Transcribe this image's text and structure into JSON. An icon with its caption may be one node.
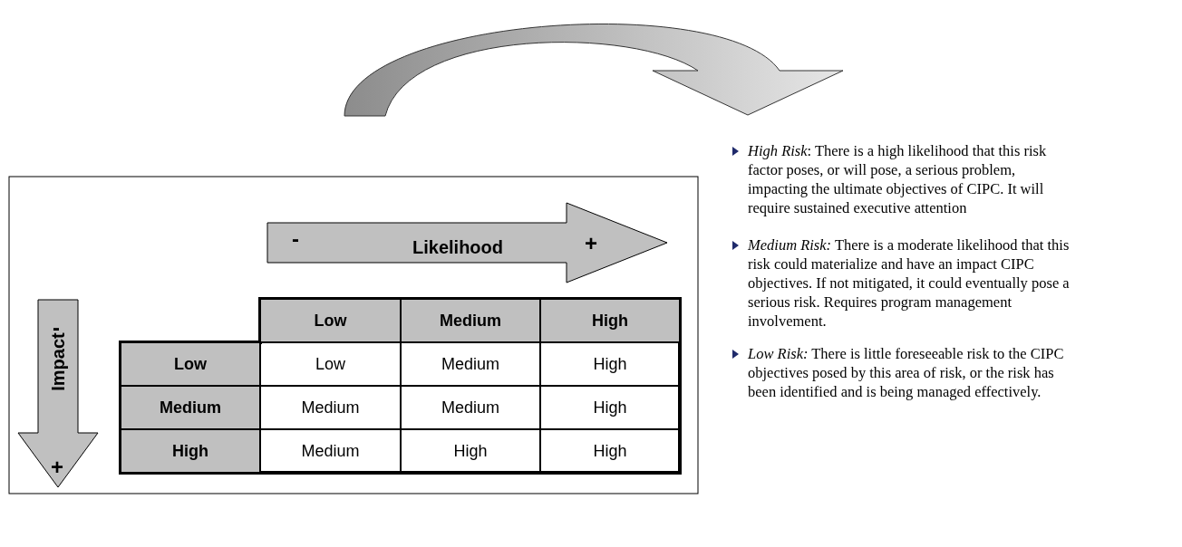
{
  "diagram": {
    "labels": [
      "-",
      "Likelihood",
      "+",
      "-",
      "Impact",
      "+",
      "Low",
      "Medium",
      "High",
      "Low",
      "Low",
      "Medium",
      "High",
      "Medium",
      "Medium",
      "Medium",
      "High",
      "High",
      "Medium",
      "High",
      "High",
      "*High Risk*:  There is a high likelihood that this risk factor poses, or will pose, a serious problem, impacting the ultimate objectives of CIPC.  It will require sustained executive attention",
      "*Medium Risk:*  There is a moderate likelihood that this risk could materialize and have an impact CIPC objectives. If not mitigated, it could eventually pose a serious risk.  Requires program management involvement.",
      "*Low Risk:*  There is little foreseeable risk to the CIPC objectives posed by this area of risk, or the risk has been identified and is being managed effectively."
    ]
  }
}
